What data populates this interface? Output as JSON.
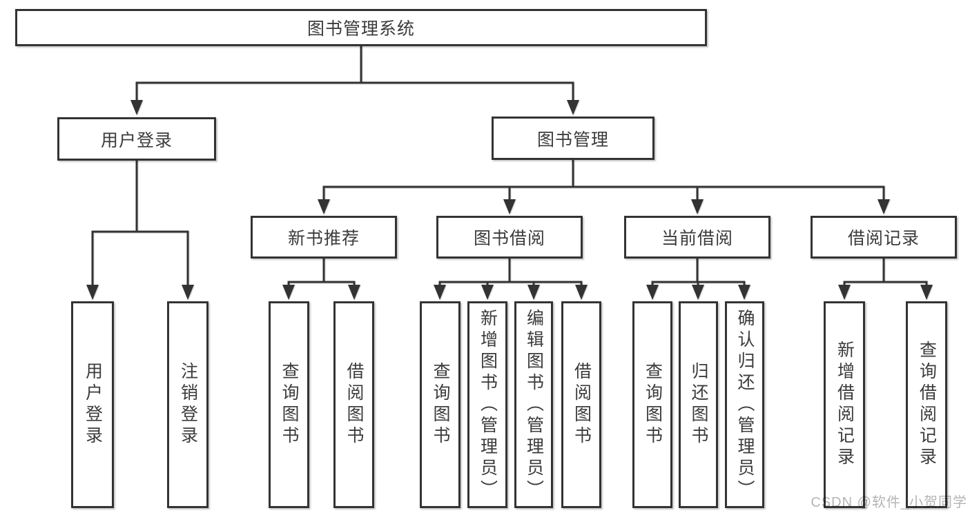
{
  "diagram": {
    "root": {
      "label": "图书管理系统"
    },
    "level2": [
      {
        "label": "用户登录",
        "parent": "图书管理系统"
      },
      {
        "label": "图书管理",
        "parent": "图书管理系统"
      }
    ],
    "level3": [
      {
        "label": "新书推荐",
        "parent": "图书管理"
      },
      {
        "label": "图书借阅",
        "parent": "图书管理"
      },
      {
        "label": "当前借阅",
        "parent": "图书管理"
      },
      {
        "label": "借阅记录",
        "parent": "图书管理"
      }
    ],
    "level4": [
      {
        "label": "用户登录",
        "parent": "用户登录"
      },
      {
        "label": "注销登录",
        "parent": "用户登录"
      },
      {
        "label": "查询图书",
        "parent": "新书推荐"
      },
      {
        "label": "借阅图书",
        "parent": "新书推荐"
      },
      {
        "label": "查询图书",
        "parent": "图书借阅"
      },
      {
        "label": "新增图书（管理员）",
        "parent": "图书借阅"
      },
      {
        "label": "编辑图书（管理员）",
        "parent": "图书借阅"
      },
      {
        "label": "借阅图书",
        "parent": "图书借阅"
      },
      {
        "label": "查询图书",
        "parent": "当前借阅"
      },
      {
        "label": "归还图书",
        "parent": "当前借阅"
      },
      {
        "label": "确认归还（管理员）",
        "parent": "当前借阅"
      },
      {
        "label": "新增借阅记录",
        "parent": "借阅记录"
      },
      {
        "label": "查询借阅记录",
        "parent": "借阅记录"
      }
    ],
    "watermark": "CSDN @软件_小贺同学",
    "colors": {
      "line": "#333333",
      "text": "#3b3b3b",
      "watermark": "#b4b4b4",
      "background": "#ffffff"
    }
  }
}
